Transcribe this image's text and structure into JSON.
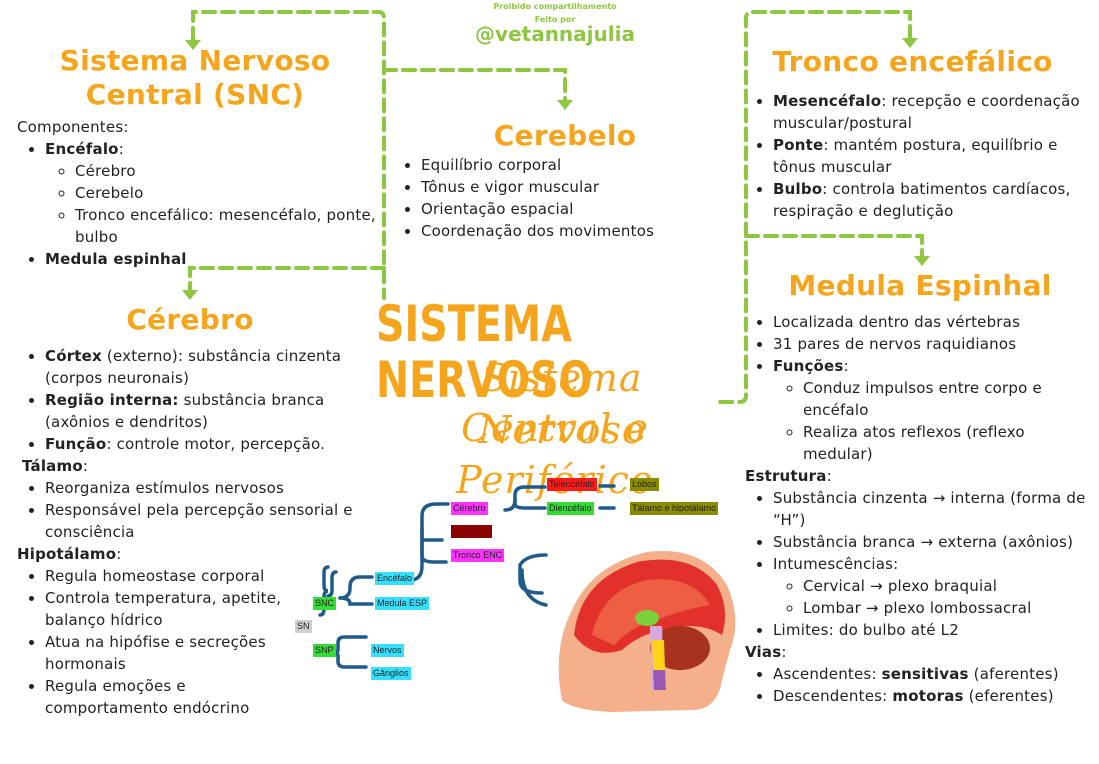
{
  "header": {
    "watermark_top": "Proibido compartilhamento",
    "made_by": "Feito por",
    "author": "@vetannajulia"
  },
  "title": {
    "main": "SISTEMA NERVOSO",
    "script_line1": "Sistema Nervoso",
    "script_line2": "Central e Periférico"
  },
  "snc": {
    "heading_l1": "Sistema Nervoso",
    "heading_l2": "Central (SNC)",
    "intro": "Componentes:",
    "encefalo_label": "Encéfalo",
    "encefalo_items": [
      "Cérebro",
      "Cerebelo",
      "Tronco encefálico: mesencéfalo, ponte, bulbo"
    ],
    "medula_label": "Medula espinhal"
  },
  "cerebelo": {
    "heading": "Cerebelo",
    "items": [
      "Equilíbrio corporal",
      "Tônus e vigor muscular",
      "Orientação espacial",
      "Coordenação dos movimentos"
    ]
  },
  "tronco": {
    "heading": "Tronco encefálico",
    "items": [
      {
        "term": "Mesencéfalo",
        "text": ": recepção e coordenação muscular/postural"
      },
      {
        "term": "Ponte",
        "text": ": mantém postura, equilíbrio e tônus muscular"
      },
      {
        "term": "Bulbo",
        "text": ": controla batimentos cardíacos, respiração e deglutição"
      }
    ]
  },
  "cerebro": {
    "heading": "Cérebro",
    "items": [
      {
        "term": "Córtex",
        "text": " (externo): substância cinzenta (corpos neuronais)"
      },
      {
        "term": "Região interna:",
        "text": " substância branca (axônios e dendritos)"
      },
      {
        "term": "Função",
        "text": ": controle motor, percepção."
      }
    ],
    "talamo_label": "Tálamo",
    "talamo_items": [
      "Reorganiza estímulos nervosos",
      "Responsável pela percepção sensorial e consciência"
    ],
    "hipotalamo_label": "Hipotálamo",
    "hipotalamo_items": [
      "Regula homeostase corporal",
      "Controla temperatura, apetite, balanço hídrico",
      "Atua na hipófise e secreções hormonais",
      "Regula emoções e comportamento endócrino"
    ]
  },
  "medula": {
    "heading": "Medula Espinhal",
    "items": [
      "Localizada dentro das vértebras",
      "31 pares de nervos raquidianos"
    ],
    "funcoes_label": "Funções",
    "funcoes_items": [
      "Conduz impulsos entre corpo e encéfalo",
      "Realiza atos reflexos (reflexo medular)"
    ],
    "estrutura_label": "Estrutura",
    "estrutura_items": [
      "Substância cinzenta → interna (forma de “H”)",
      "Substância branca → externa (axônios)"
    ],
    "intumescencias_label": "Intumescências:",
    "intumescencias_items": [
      "Cervical → plexo braquial",
      "Lombar → plexo lombossacral"
    ],
    "limites": "Limites: do bulbo até L2",
    "vias_label": "Vias",
    "vias_items": [
      {
        "pre": "Ascendentes: ",
        "term": "sensitivas",
        "post": " (aferentes)"
      },
      {
        "pre": "Descendentes: ",
        "term": "motoras",
        "post": " (eferentes)"
      }
    ]
  },
  "diagram": {
    "sn": "SN",
    "snc": "SNC",
    "snp": "SNP",
    "encefalo": "Encéfalo",
    "medula_esp": "Medula ESP",
    "nervos": "Nervos",
    "ganglios": "Gânglios",
    "cerebro": "Cérebro",
    "cerebelo": "Cerebelo",
    "tronco_enc": "Tronco ENC",
    "telencefalo": "Telencéfalo",
    "diencefalo": "Diencéfalo",
    "lobos": "Lobos",
    "talamo_hipotalamo": "Tálamo e hipotálamo"
  },
  "colors": {
    "heading": "#f5a51c",
    "accent_green": "#8dc63f",
    "tree_blue": "#1f5a8a"
  }
}
